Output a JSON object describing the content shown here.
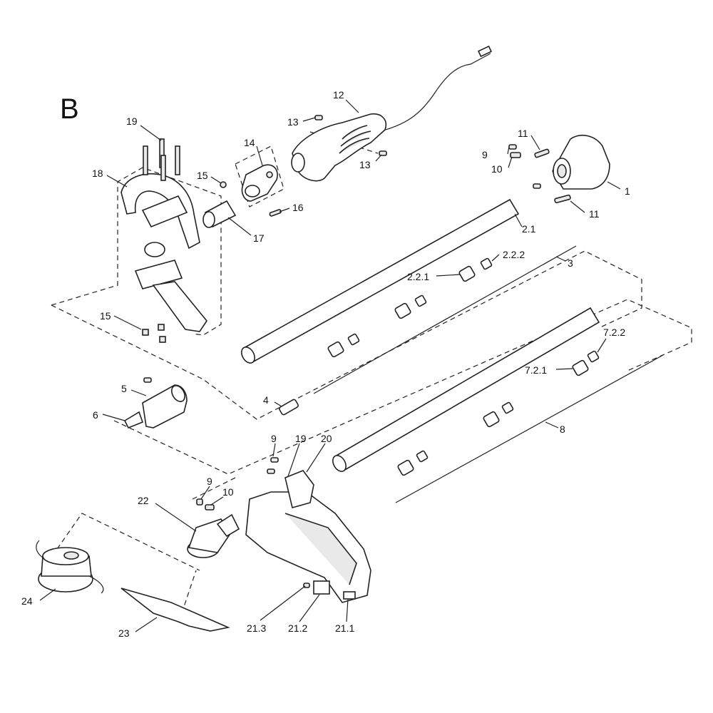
{
  "section_letter": "B",
  "labels": [
    {
      "key": "p1",
      "text": "1"
    },
    {
      "key": "p2_1",
      "text": "2.1"
    },
    {
      "key": "p2_2_1",
      "text": "2.2.1"
    },
    {
      "key": "p2_2_2",
      "text": "2.2.2"
    },
    {
      "key": "p3",
      "text": "3"
    },
    {
      "key": "p4",
      "text": "4"
    },
    {
      "key": "p5",
      "text": "5"
    },
    {
      "key": "p6",
      "text": "6"
    },
    {
      "key": "p7_2_1",
      "text": "7.2.1"
    },
    {
      "key": "p7_2_2",
      "text": "7.2.2"
    },
    {
      "key": "p8",
      "text": "8"
    },
    {
      "key": "p9a",
      "text": "9"
    },
    {
      "key": "p9b",
      "text": "9"
    },
    {
      "key": "p9c",
      "text": "9"
    },
    {
      "key": "p10a",
      "text": "10"
    },
    {
      "key": "p10b",
      "text": "10"
    },
    {
      "key": "p11a",
      "text": "11"
    },
    {
      "key": "p11b",
      "text": "11"
    },
    {
      "key": "p12",
      "text": "12"
    },
    {
      "key": "p13a",
      "text": "13"
    },
    {
      "key": "p13b",
      "text": "13"
    },
    {
      "key": "p14",
      "text": "14"
    },
    {
      "key": "p15a",
      "text": "15"
    },
    {
      "key": "p15b",
      "text": "15"
    },
    {
      "key": "p16",
      "text": "16"
    },
    {
      "key": "p17",
      "text": "17"
    },
    {
      "key": "p18",
      "text": "18"
    },
    {
      "key": "p19a",
      "text": "19"
    },
    {
      "key": "p19b",
      "text": "19"
    },
    {
      "key": "p20",
      "text": "20"
    },
    {
      "key": "p21_1",
      "text": "21.1"
    },
    {
      "key": "p21_2",
      "text": "21.2"
    },
    {
      "key": "p21_3",
      "text": "21.3"
    },
    {
      "key": "p22",
      "text": "22"
    },
    {
      "key": "p23",
      "text": "23"
    },
    {
      "key": "p24",
      "text": "24"
    }
  ]
}
